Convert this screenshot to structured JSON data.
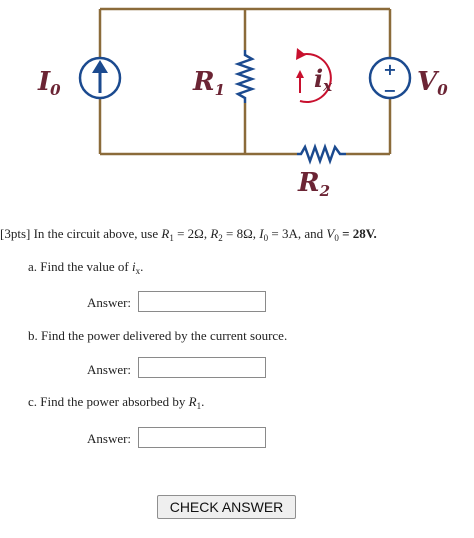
{
  "circuit": {
    "I0": {
      "main": "I",
      "sub": "0"
    },
    "R1": {
      "main": "R",
      "sub": "1"
    },
    "ix": {
      "main": "i",
      "sub": "x"
    },
    "V0": {
      "main": "V",
      "sub": "0"
    },
    "R2": {
      "main": "R",
      "sub": "2"
    },
    "plus": "+",
    "minus": "−",
    "colors": {
      "wire": "#8b6b3a",
      "component": "#1b4a8f",
      "label": "#6b2434"
    }
  },
  "problem": {
    "prefix": "[3pts] In the circuit above, use ",
    "r1_sym": "R",
    "r1_sub": "1",
    "r1_val": " = 2Ω, ",
    "r2_sym": "R",
    "r2_sub": "2",
    "r2_val": " = 8Ω, ",
    "i0_sym": "I",
    "i0_sub": "0",
    "i0_val": " = 3A, and ",
    "v0_sym": "V",
    "v0_sub": "0",
    "v0_val": " = 28V."
  },
  "questions": [
    {
      "prefix": "a. Find the value of ",
      "sym": "i",
      "sub": "x",
      "suffix": "."
    },
    {
      "text": "b. Find the power delivered by the current source."
    },
    {
      "prefix": "c. Find the power absorbed by ",
      "sym": "R",
      "sub": "1",
      "suffix": "."
    }
  ],
  "answer_label": "Answer:",
  "answers": [
    "",
    "",
    ""
  ],
  "check_label": "CHECK ANSWER"
}
